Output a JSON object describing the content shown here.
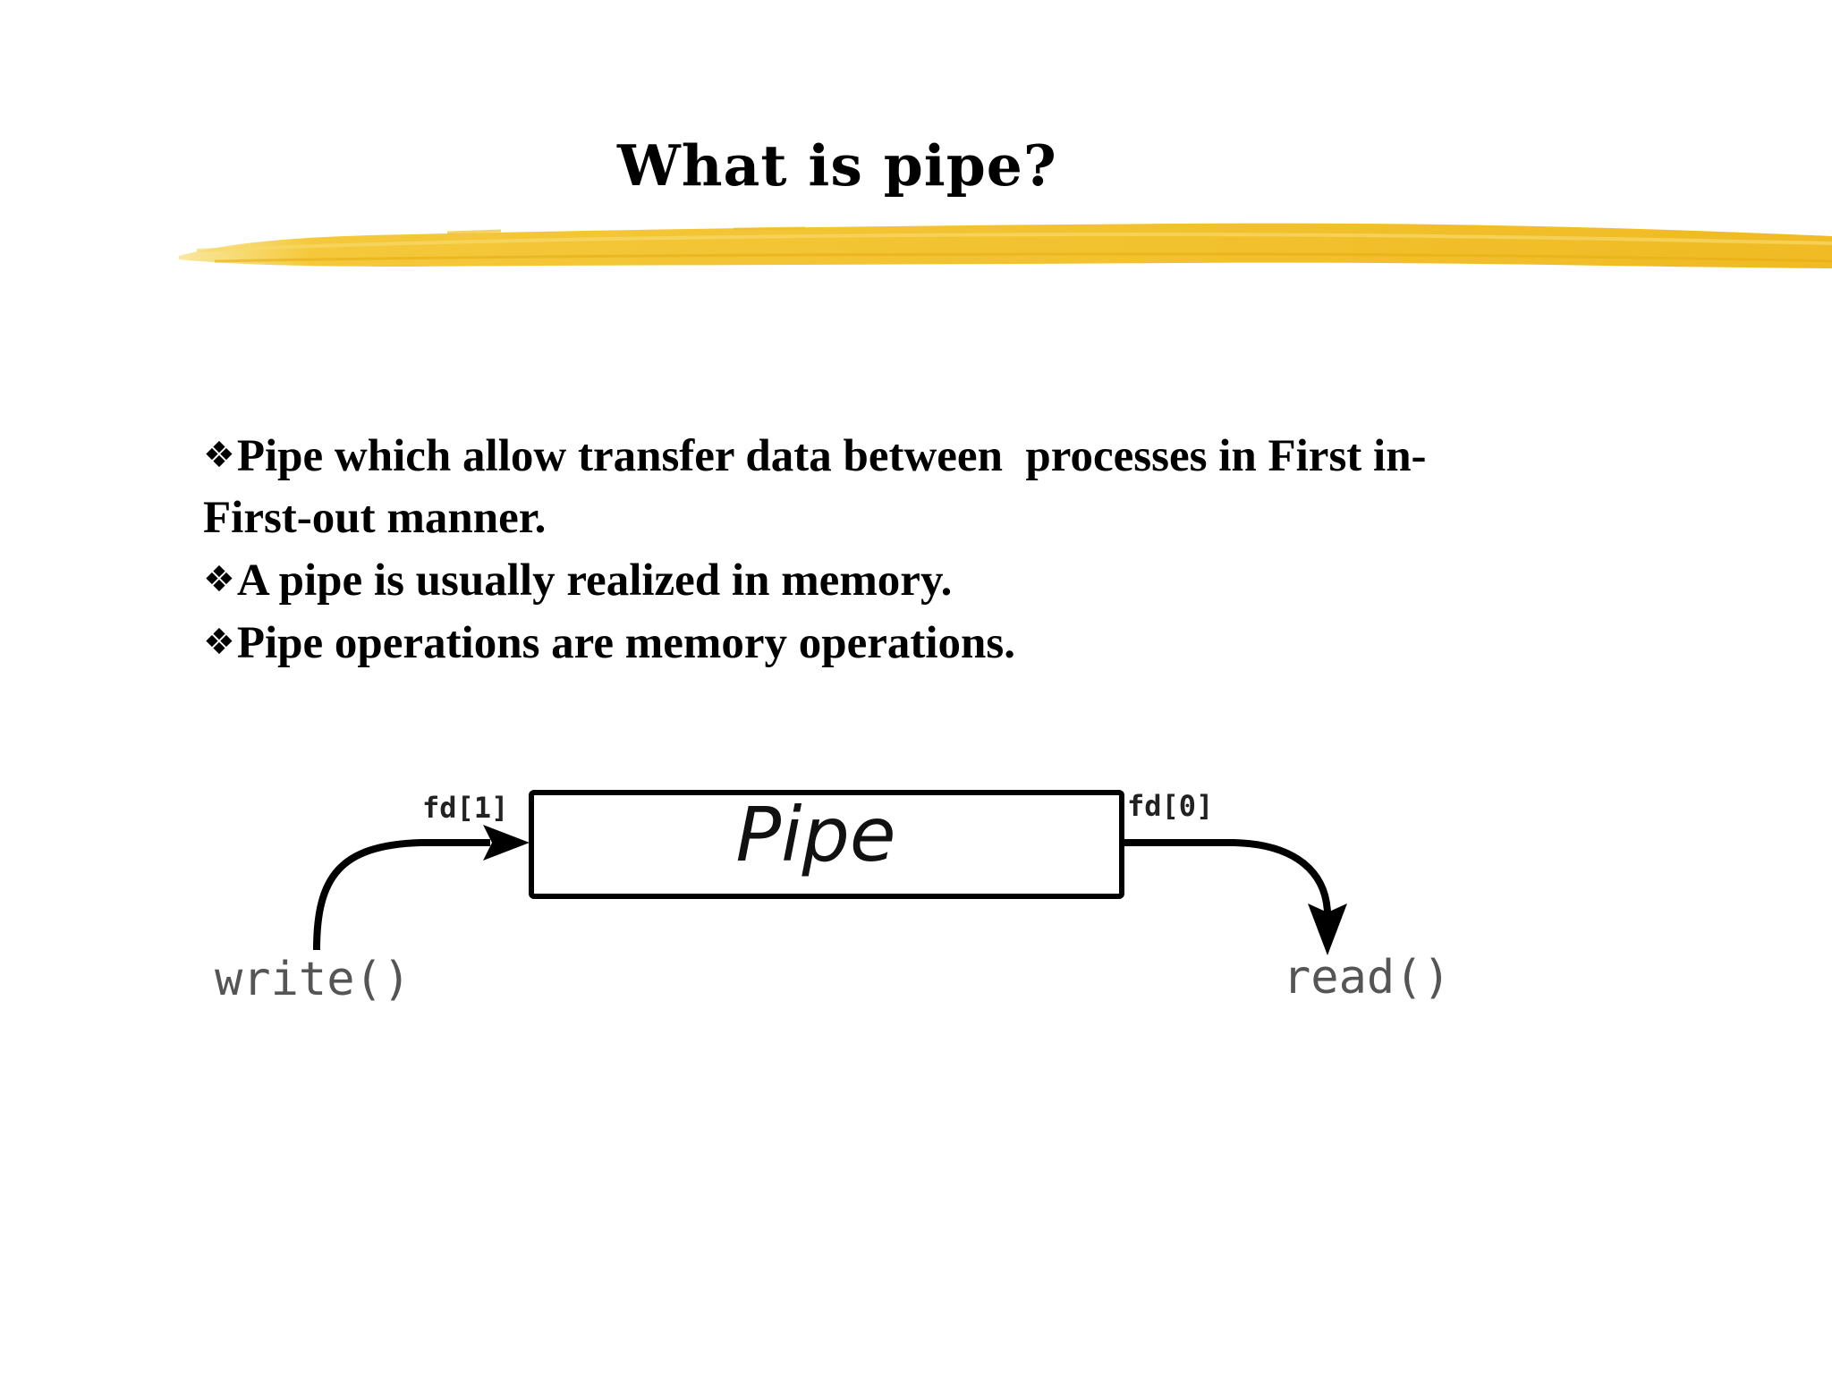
{
  "slide": {
    "title": "What is pipe?",
    "accent_color": "#f2c12e",
    "bullet_icon": "four-diamond-bullet-icon",
    "bullets": [
      {
        "glyph": "❖",
        "text": "Pipe which allow transfer data between  processes in First in-"
      },
      {
        "glyph": "",
        "text": "First-out manner."
      },
      {
        "glyph": "❖",
        "text": "A pipe is usually realized in memory."
      },
      {
        "glyph": "❖",
        "text": "Pipe operations are memory operations."
      }
    ]
  },
  "diagram": {
    "pipe_label": "Pipe",
    "write_fd_label": "fd[1]",
    "read_fd_label": "fd[0]",
    "write_call": "write()",
    "read_call": "read()"
  }
}
